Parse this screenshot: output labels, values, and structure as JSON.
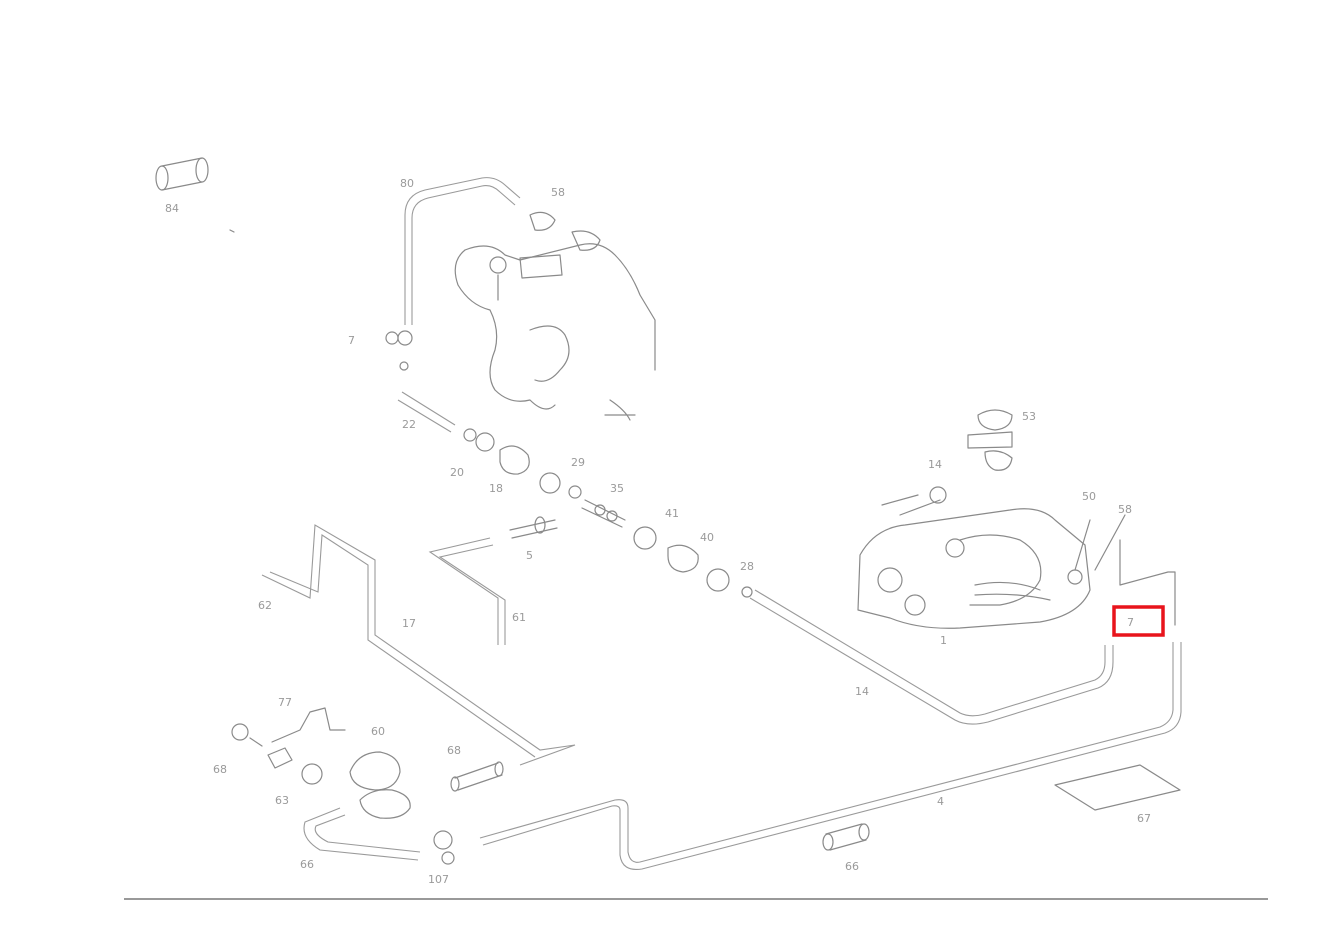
{
  "diagram": {
    "highlight": {
      "color": "#e8141c"
    },
    "callouts": [
      {
        "id": "c01",
        "text": "84"
      },
      {
        "id": "c02",
        "text": "80"
      },
      {
        "id": "c03",
        "text": "58"
      },
      {
        "id": "c04",
        "text": "7"
      },
      {
        "id": "c05",
        "text": "22"
      },
      {
        "id": "c06",
        "text": "20"
      },
      {
        "id": "c07",
        "text": "18"
      },
      {
        "id": "c08",
        "text": "29"
      },
      {
        "id": "c09",
        "text": "35"
      },
      {
        "id": "c10",
        "text": "41"
      },
      {
        "id": "c11",
        "text": "40"
      },
      {
        "id": "c12",
        "text": "28"
      },
      {
        "id": "c13",
        "text": "5"
      },
      {
        "id": "c14",
        "text": "61"
      },
      {
        "id": "c15",
        "text": "62"
      },
      {
        "id": "c16",
        "text": "17"
      },
      {
        "id": "c17",
        "text": "53"
      },
      {
        "id": "c18",
        "text": "14"
      },
      {
        "id": "c19",
        "text": "50"
      },
      {
        "id": "c20",
        "text": "58"
      },
      {
        "id": "c21",
        "text": "1"
      },
      {
        "id": "c22",
        "text": "14"
      },
      {
        "id": "c23",
        "text": "77"
      },
      {
        "id": "c24",
        "text": "68"
      },
      {
        "id": "c25",
        "text": "60"
      },
      {
        "id": "c26",
        "text": "68"
      },
      {
        "id": "c27",
        "text": "63"
      },
      {
        "id": "c28",
        "text": "66"
      },
      {
        "id": "c29",
        "text": "67"
      },
      {
        "id": "c30",
        "text": "4"
      },
      {
        "id": "c31",
        "text": "66"
      },
      {
        "id": "c32",
        "text": "107"
      },
      {
        "id": "c33",
        "text": "7"
      }
    ]
  }
}
